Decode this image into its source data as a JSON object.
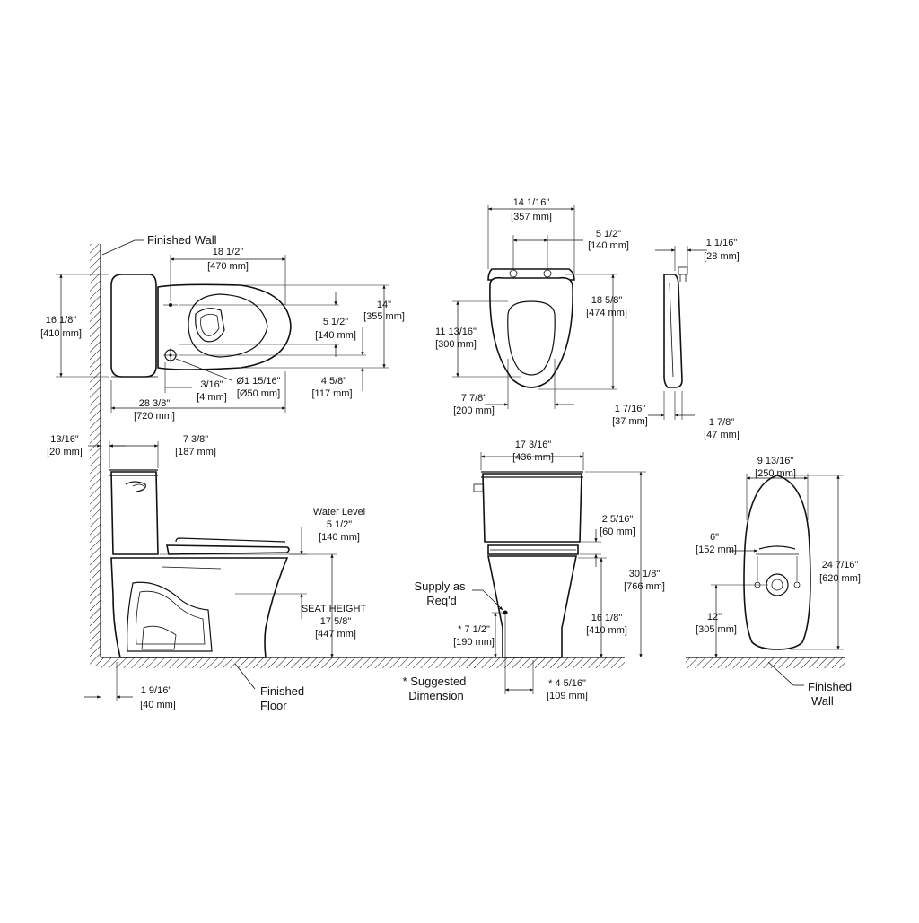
{
  "labels": {
    "finished_wall_top": "Finished Wall",
    "finished_floor_1": "Finished",
    "finished_floor_2": "Floor",
    "finished_wall_br_1": "Finished",
    "finished_wall_br_2": "Wall",
    "water_level": "Water Level",
    "seat_height": "SEAT HEIGHT",
    "supply_1": "Supply as",
    "supply_2": "Req'd",
    "suggested_1": "* Suggested",
    "suggested_2": "Dimension"
  },
  "dims": {
    "top_18_1_2": "18 1/2\"",
    "top_470": "[470 mm]",
    "top_16_1_8": "16 1/8\"",
    "top_410": "[410 mm]",
    "top_14": "14\"",
    "top_355": "[355 mm]",
    "top_5_1_2": "5 1/2\"",
    "top_140": "[140 mm]",
    "top_4_5_8": "4 5/8\"",
    "top_117": "[117 mm]",
    "top_3_16": "3/16\"",
    "top_4mm": "[4 mm]",
    "top_dia": "Ø1 15/16\"",
    "top_dia_mm": "[Ø50 mm]",
    "top_28_3_8": "28 3/8\"",
    "top_720": "[720 mm]",
    "seat_14_1_16": "14 1/16\"",
    "seat_357": "[357 mm]",
    "seat_5_1_2": "5 1/2\"",
    "seat_140": "[140 mm]",
    "seat_18_5_8": "18 5/8\"",
    "seat_474": "[474 mm]",
    "seat_11_13_16": "11 13/16\"",
    "seat_300": "[300 mm]",
    "seat_7_7_8": "7 7/8\"",
    "seat_200": "[200 mm]",
    "hinge_1_1_16": "1 1/16\"",
    "hinge_28": "[28 mm]",
    "hinge_1_7_16": "1 7/16\"",
    "hinge_37": "[37 mm]",
    "hinge_1_7_8": "1 7/8\"",
    "hinge_47": "[47 mm]",
    "side_13_16": "13/16\"",
    "side_20": "[20 mm]",
    "side_7_3_8": "7 3/8\"",
    "side_187": "[187 mm]",
    "side_5_1_2": "5 1/2\"",
    "side_140": "[140 mm]",
    "side_17_5_8": "17 5/8\"",
    "side_447": "[447 mm]",
    "side_1_9_16": "1 9/16\"",
    "side_40": "[40 mm]",
    "front_17_3_16": "17 3/16\"",
    "front_436": "[436 mm]",
    "front_2_5_16": "2 5/16\"",
    "front_60": "[60 mm]",
    "front_30_1_8": "30 1/8\"",
    "front_766": "[766 mm]",
    "front_16_1_8": "16 1/8\"",
    "front_410": "[410 mm]",
    "front_7_1_2": "* 7 1/2\"",
    "front_190": "[190 mm]",
    "front_4_5_16": "* 4 5/16\"",
    "front_109": "[109 mm]",
    "rough_9_13_16": "9 13/16\"",
    "rough_250": "[250 mm]",
    "rough_6": "6\"",
    "rough_152": "[152 mm]",
    "rough_24_7_16": "24 7/16\"",
    "rough_620": "[620 mm]",
    "rough_12": "12\"",
    "rough_305": "[305 mm]"
  }
}
